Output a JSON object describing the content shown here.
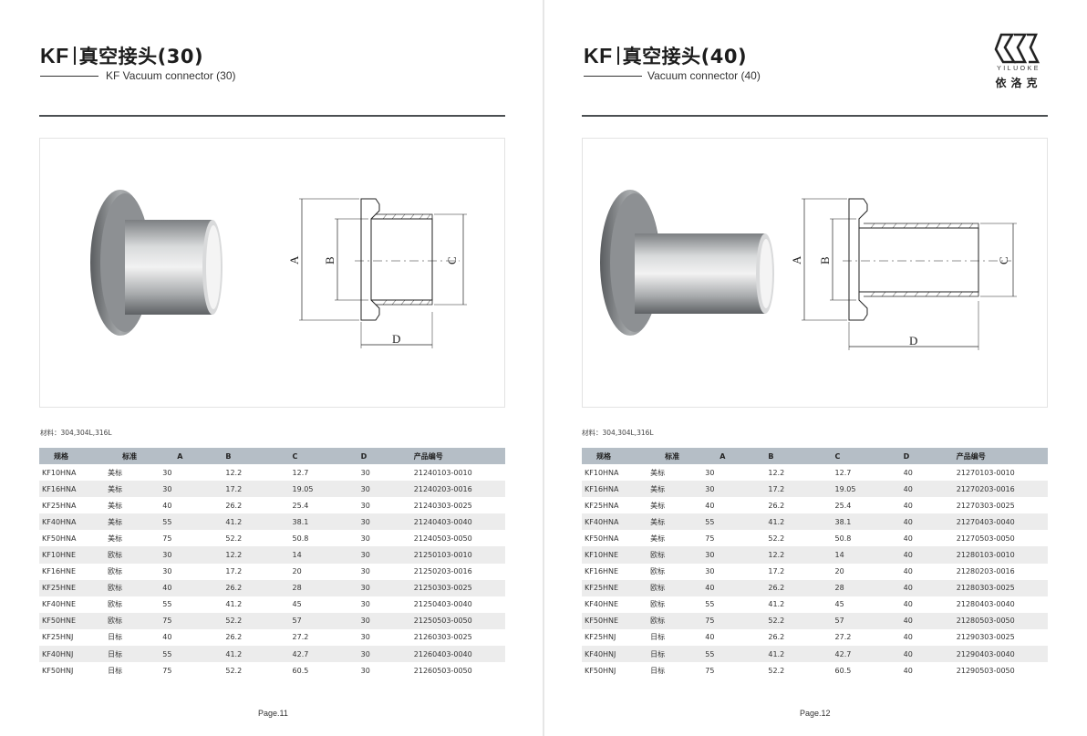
{
  "brand": {
    "name_en": "YILUOKE",
    "name_cn": "依洛克"
  },
  "pages": [
    {
      "title_kf": "KF",
      "title_cn": "真空接头(30)",
      "subtitle": "KF Vacuum connector (30)",
      "material": "材料：304,304L,316L",
      "diagram_labels": {
        "a": "A",
        "b": "B",
        "c": "C",
        "d": "D"
      },
      "headers": [
        "规格",
        "标准",
        "A",
        "B",
        "C",
        "D",
        "产品编号"
      ],
      "rows": [
        [
          "KF10HNA",
          "美标",
          "30",
          "12.2",
          "12.7",
          "30",
          "21240103-0010"
        ],
        [
          "KF16HNA",
          "美标",
          "30",
          "17.2",
          "19.05",
          "30",
          "21240203-0016"
        ],
        [
          "KF25HNA",
          "美标",
          "40",
          "26.2",
          "25.4",
          "30",
          "21240303-0025"
        ],
        [
          "KF40HNA",
          "美标",
          "55",
          "41.2",
          "38.1",
          "30",
          "21240403-0040"
        ],
        [
          "KF50HNA",
          "美标",
          "75",
          "52.2",
          "50.8",
          "30",
          "21240503-0050"
        ],
        [
          "KF10HNE",
          "欧标",
          "30",
          "12.2",
          "14",
          "30",
          "21250103-0010"
        ],
        [
          "KF16HNE",
          "欧标",
          "30",
          "17.2",
          "20",
          "30",
          "21250203-0016"
        ],
        [
          "KF25HNE",
          "欧标",
          "40",
          "26.2",
          "28",
          "30",
          "21250303-0025"
        ],
        [
          "KF40HNE",
          "欧标",
          "55",
          "41.2",
          "45",
          "30",
          "21250403-0040"
        ],
        [
          "KF50HNE",
          "欧标",
          "75",
          "52.2",
          "57",
          "30",
          "21250503-0050"
        ],
        [
          "KF25HNJ",
          "日标",
          "40",
          "26.2",
          "27.2",
          "30",
          "21260303-0025"
        ],
        [
          "KF40HNJ",
          "日标",
          "55",
          "41.2",
          "42.7",
          "30",
          "21260403-0040"
        ],
        [
          "KF50HNJ",
          "日标",
          "75",
          "52.2",
          "60.5",
          "30",
          "21260503-0050"
        ]
      ],
      "page_number": "Page.11"
    },
    {
      "title_kf": "KF",
      "title_cn": "真空接头(40)",
      "subtitle": "Vacuum connector (40)",
      "material": "材料：304,304L,316L",
      "diagram_labels": {
        "a": "A",
        "b": "B",
        "c": "C",
        "d": "D"
      },
      "headers": [
        "规格",
        "标准",
        "A",
        "B",
        "C",
        "D",
        "产品编号"
      ],
      "rows": [
        [
          "KF10HNA",
          "美标",
          "30",
          "12.2",
          "12.7",
          "40",
          "21270103-0010"
        ],
        [
          "KF16HNA",
          "美标",
          "30",
          "17.2",
          "19.05",
          "40",
          "21270203-0016"
        ],
        [
          "KF25HNA",
          "美标",
          "40",
          "26.2",
          "25.4",
          "40",
          "21270303-0025"
        ],
        [
          "KF40HNA",
          "美标",
          "55",
          "41.2",
          "38.1",
          "40",
          "21270403-0040"
        ],
        [
          "KF50HNA",
          "美标",
          "75",
          "52.2",
          "50.8",
          "40",
          "21270503-0050"
        ],
        [
          "KF10HNE",
          "欧标",
          "30",
          "12.2",
          "14",
          "40",
          "21280103-0010"
        ],
        [
          "KF16HNE",
          "欧标",
          "30",
          "17.2",
          "20",
          "40",
          "21280203-0016"
        ],
        [
          "KF25HNE",
          "欧标",
          "40",
          "26.2",
          "28",
          "40",
          "21280303-0025"
        ],
        [
          "KF40HNE",
          "欧标",
          "55",
          "41.2",
          "45",
          "40",
          "21280403-0040"
        ],
        [
          "KF50HNE",
          "欧标",
          "75",
          "52.2",
          "57",
          "40",
          "21280503-0050"
        ],
        [
          "KF25HNJ",
          "日标",
          "40",
          "26.2",
          "27.2",
          "40",
          "21290303-0025"
        ],
        [
          "KF40HNJ",
          "日标",
          "55",
          "41.2",
          "42.7",
          "40",
          "21290403-0040"
        ],
        [
          "KF50HNJ",
          "日标",
          "75",
          "52.2",
          "60.5",
          "40",
          "21290503-0050"
        ]
      ],
      "page_number": "Page.12"
    }
  ]
}
